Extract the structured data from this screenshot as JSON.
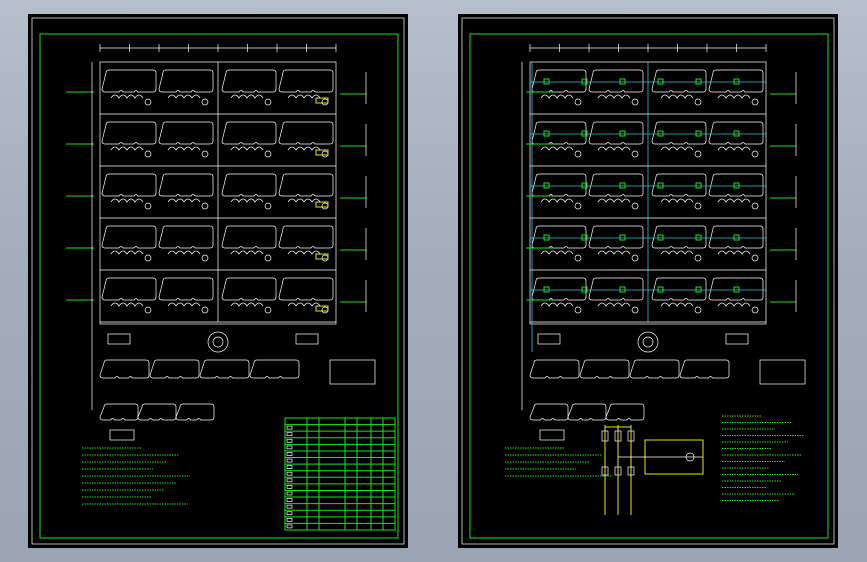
{
  "viewer": {
    "background": "#a7b0bd",
    "sheet_color": "#000000",
    "frame_color": "#19e619",
    "line_color": "#ffffff",
    "accent_cyan": "#27c6d6",
    "accent_yellow": "#e6e619"
  },
  "sheets": [
    {
      "name": "left",
      "floors": 5,
      "units_per_row": 4,
      "legend_rows": 17,
      "legend_cols": 7
    },
    {
      "name": "right",
      "floors": 5,
      "units_per_row": 4,
      "schematic_phases": 3
    }
  ]
}
